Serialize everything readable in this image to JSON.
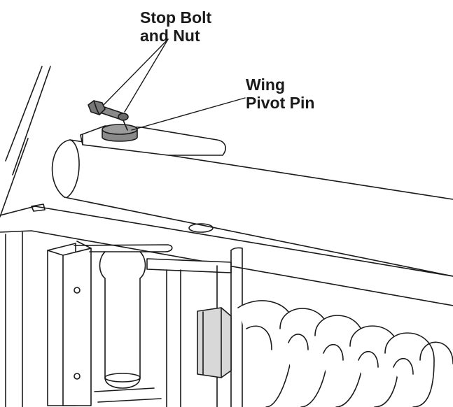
{
  "callouts": {
    "stop_bolt": {
      "line1": "Stop Bolt",
      "line2": "and Nut"
    },
    "wing_pivot": {
      "line1": "Wing",
      "line2": "Pivot Pin"
    }
  },
  "colors": {
    "ink": "#1a1a1a",
    "part_grey": "#8a8a8a",
    "dark_grey": "#5a5a5a",
    "background": "#ffffff"
  }
}
